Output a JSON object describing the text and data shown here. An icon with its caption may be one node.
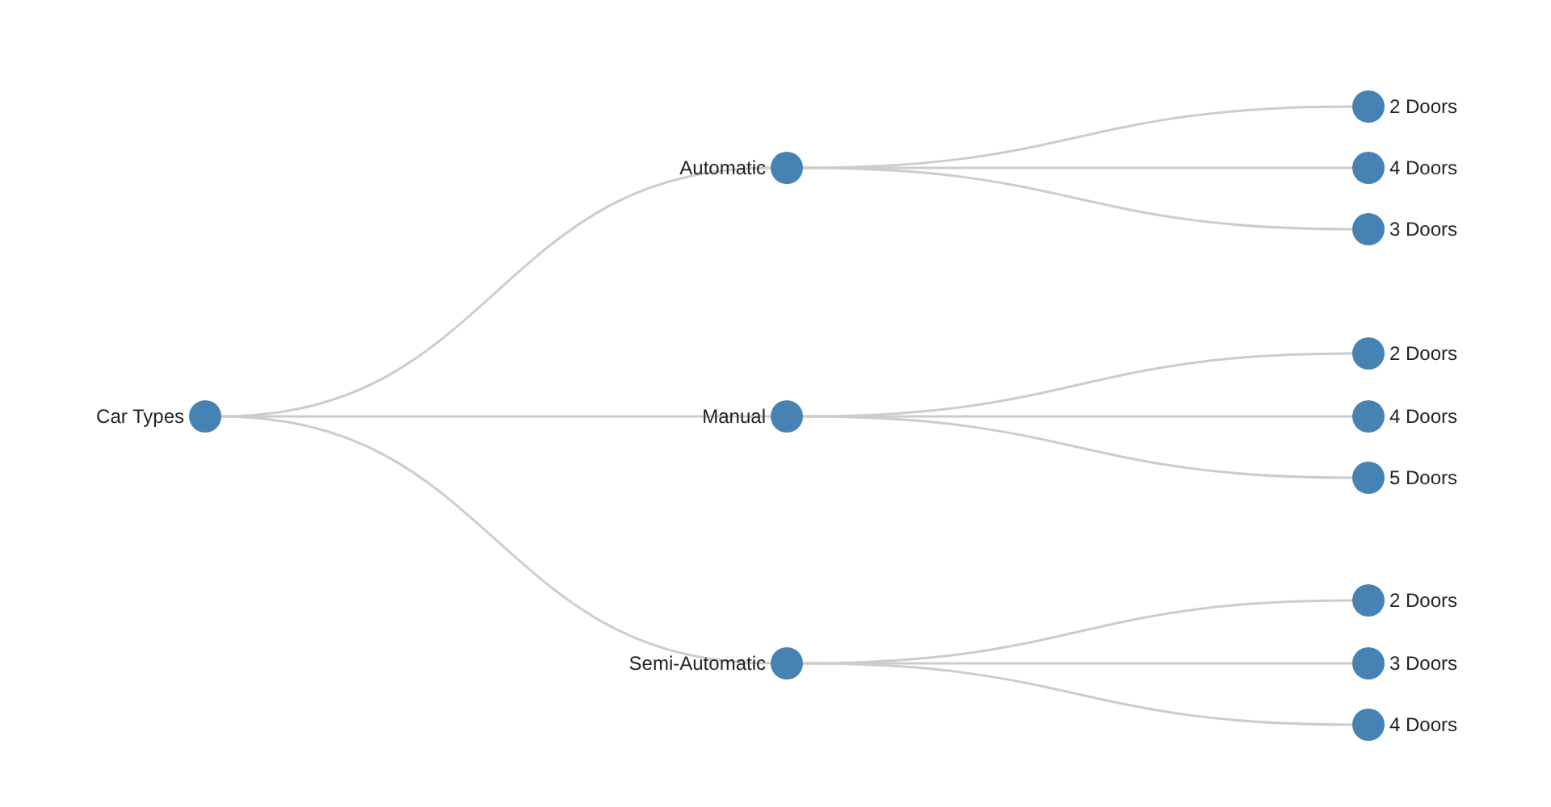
{
  "diagram": {
    "nodes": [
      {
        "text": [
          "Car Types"
        ]
      },
      {
        "text": [
          "Automatic"
        ]
      },
      {
        "text": [
          "Manual"
        ]
      },
      {
        "text": [
          "Semi-Automatic"
        ]
      },
      {
        "text": [
          "2 Doors"
        ]
      },
      {
        "text": [
          "4 Doors"
        ]
      },
      {
        "text": [
          "3 Doors"
        ]
      },
      {
        "text": [
          "2 Doors"
        ]
      },
      {
        "text": [
          "4 Doors"
        ]
      },
      {
        "text": [
          "5 Doors"
        ]
      },
      {
        "text": [
          "2 Doors"
        ]
      },
      {
        "text": [
          "3 Doors"
        ]
      },
      {
        "text": [
          "4 Doors"
        ]
      }
    ],
    "edges": [
      {
        "from": 0,
        "to": 1,
        "arrow": "none"
      },
      {
        "from": 0,
        "to": 2,
        "arrow": "none"
      },
      {
        "from": 0,
        "to": 3,
        "arrow": "none"
      },
      {
        "from": 1,
        "to": 4,
        "arrow": "none"
      },
      {
        "from": 1,
        "to": 5,
        "arrow": "none"
      },
      {
        "from": 1,
        "to": 6,
        "arrow": "none"
      },
      {
        "from": 2,
        "to": 7,
        "arrow": "none"
      },
      {
        "from": 2,
        "to": 8,
        "arrow": "none"
      },
      {
        "from": 2,
        "to": 9,
        "arrow": "none"
      },
      {
        "from": 3,
        "to": 10,
        "arrow": "none"
      },
      {
        "from": 3,
        "to": 11,
        "arrow": "none"
      },
      {
        "from": 3,
        "to": 12,
        "arrow": "none"
      }
    ]
  }
}
